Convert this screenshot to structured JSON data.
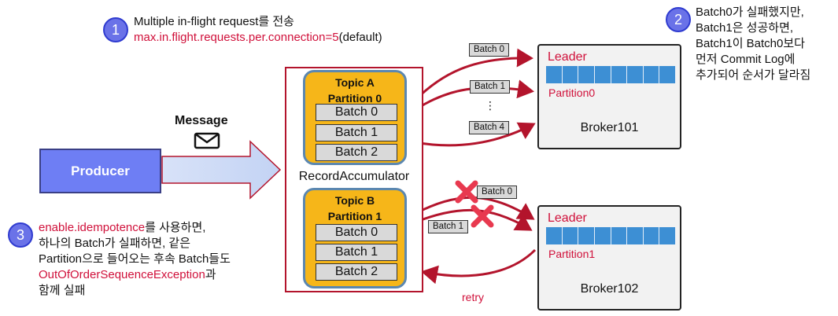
{
  "notes": {
    "n1": {
      "number": "1",
      "line1": "Multiple in-flight request를 전송",
      "config": "max.in.flight.requests.per.connection=5",
      "suffix": "(default)"
    },
    "n2": {
      "number": "2",
      "lines": [
        "Batch0가 실패했지만,",
        "Batch1은 성공하면,",
        "Batch1이 Batch0보다",
        "먼저 Commit Log에",
        "추가되어 순서가 달라짐"
      ]
    },
    "n3": {
      "number": "3",
      "config": "enable.idempotence",
      "line1_suffix": "를 사용하면,",
      "line2": "하나의 Batch가 실패하면, 같은",
      "line3": "Partition으로 들어오는 후속 Batch들도",
      "exception": "OutOfOrderSequenceException",
      "line4_suffix": "과",
      "line5": "함께 실패"
    }
  },
  "producer": {
    "label": "Producer"
  },
  "message": {
    "label": "Message",
    "icon": "envelope-icon"
  },
  "accumulator": {
    "label": "RecordAccumulator",
    "topics": [
      {
        "title1": "Topic A",
        "title2": "Partition 0",
        "batches": [
          "Batch 0",
          "Batch 1",
          "Batch 2"
        ]
      },
      {
        "title1": "Topic B",
        "title2": "Partition 1",
        "batches": [
          "Batch 0",
          "Batch 1",
          "Batch 2"
        ]
      }
    ]
  },
  "flow_a": {
    "tags": [
      "Batch 0",
      "Batch 1",
      "Batch 4"
    ],
    "ellipsis": "⋮"
  },
  "flow_b": {
    "tags": [
      "Batch 0",
      "Batch 1"
    ],
    "retry": "retry"
  },
  "brokers": [
    {
      "leader": "Leader",
      "partition": "Partition0",
      "name": "Broker101"
    },
    {
      "leader": "Leader",
      "partition": "Partition1",
      "name": "Broker102"
    }
  ],
  "colors": {
    "arrow": "#b3142c",
    "accent": "#d0103a",
    "log": "#3d8fd4",
    "topic": "#f6b619",
    "producer": "#6e7ef4"
  }
}
